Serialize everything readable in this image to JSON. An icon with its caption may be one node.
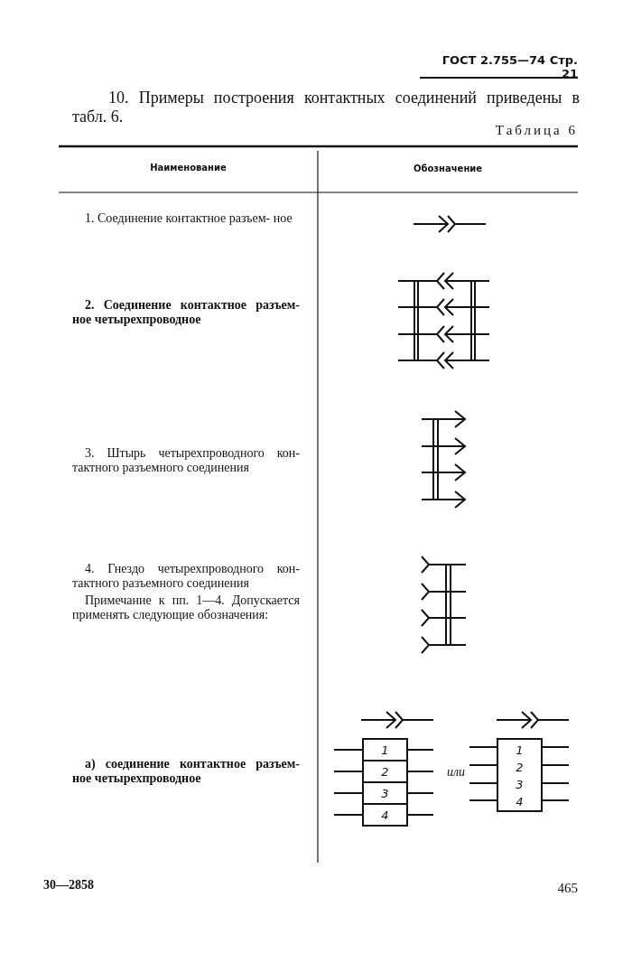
{
  "diagram": {
    "nodes": [
      {
        "text": [
          "1"
        ]
      },
      {
        "text": [
          "2"
        ]
      },
      {
        "text": [
          "3"
        ]
      },
      {
        "text": [
          "4"
        ]
      },
      {
        "text": [
          "1",
          "2",
          "3",
          "4"
        ]
      }
    ],
    "labels": [
      "ГОСТ 2.755—74 Стр. 21",
      "10. Примеры построения контактных соединений приведены в табл. 6.",
      "Таблица 6",
      "Наименование",
      "Обозначение",
      "1. Соединение контактное разъем- ное",
      "2. Соединение контактное разъем- ное четырехпроводное",
      "3. Штырь четырехпроводного кон- тактного разъемного соединения",
      "4. Гнездо четырехпроводного кон- тактного разъемного соединения",
      "Примечание к пп. 1—4. Допускается применять следующие обозначения:",
      "а) соединение контактное разъем- ное четырехпроводное",
      "или",
      "30—2858",
      "465"
    ]
  }
}
